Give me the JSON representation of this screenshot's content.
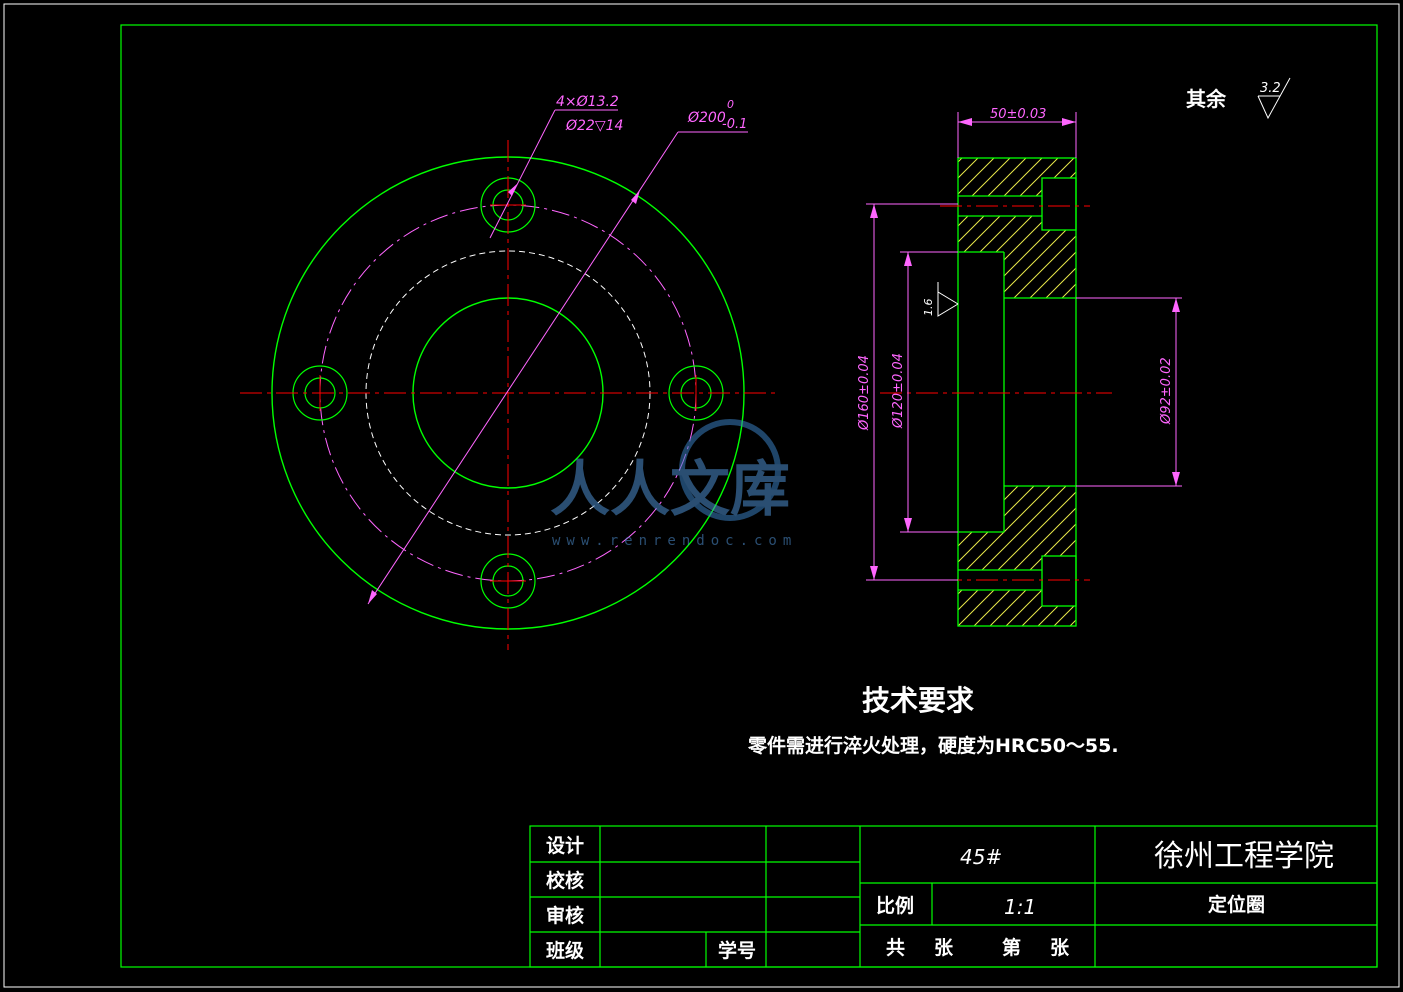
{
  "dimensions": {
    "holes_callout_1": "4×Ø13.2",
    "holes_callout_2": "Ø22▽14",
    "outer_diameter": "Ø200",
    "outer_tol_upper": "0",
    "outer_tol_lower": "-0.1",
    "thickness": "50±0.03",
    "bolt_circle": "Ø160±0.04",
    "bore": "Ø120±0.04",
    "hub": "Ø92±0.02",
    "bore_roughness": "1.6"
  },
  "surface_note": {
    "label": "其余",
    "roughness": "3.2"
  },
  "technical_requirements": {
    "title": "技术要求",
    "text": "零件需进行淬火处理，硬度为HRC50～55."
  },
  "watermark": {
    "main": "人人文库",
    "url": "www.renrendoc.com"
  },
  "title_block": {
    "design_label": "设计",
    "check_label": "校核",
    "review_label": "审核",
    "class_label": "班级",
    "student_no_label": "学号",
    "material": "45#",
    "scale_label": "比例",
    "scale_value": "1:1",
    "sheets_total": "共",
    "sheets_zhang1": "张",
    "sheet_no": "第",
    "sheets_zhang2": "张",
    "institution": "徐州工程学院",
    "drawing_name": "定位圈"
  },
  "colors": {
    "outline": "#00ff00",
    "centerline": "#ff0000",
    "dimension": "#ff66ff",
    "hidden": "#ffffff",
    "frame": "#00ff00"
  }
}
